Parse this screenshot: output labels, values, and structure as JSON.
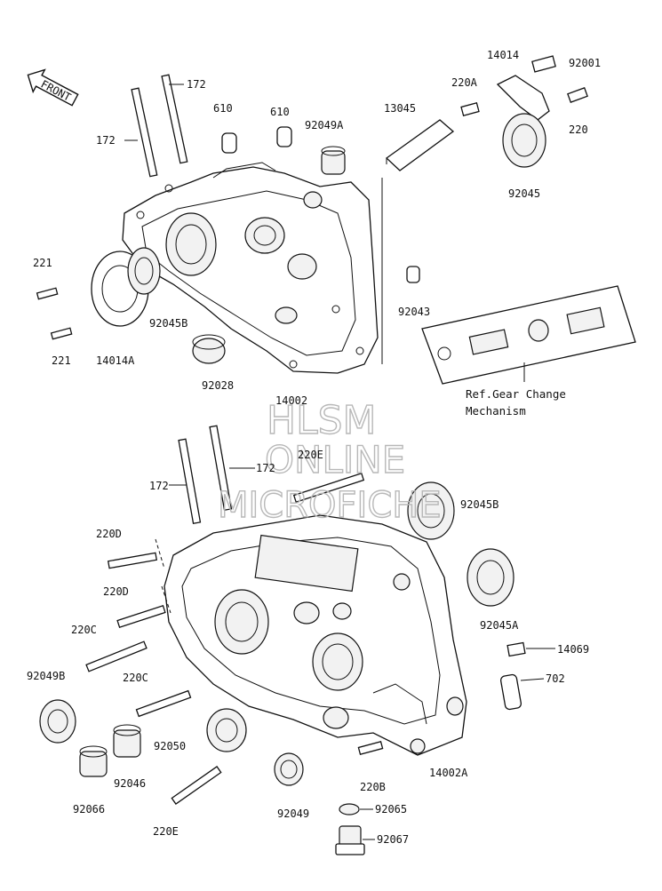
{
  "watermark": {
    "line1": "HLSM",
    "line2": "ONLINE",
    "line3": "MICROFICHE"
  },
  "front_badge": "FRONT",
  "ref_note": {
    "line1": "Ref.Gear Change",
    "line2": "Mechanism"
  },
  "labels": {
    "l_14014": "14014",
    "l_92001": "92001",
    "l_220A": "220A",
    "l_220_top": "220",
    "l_13045": "13045",
    "l_92049A": "92049A",
    "l_610a": "610",
    "l_610b": "610",
    "l_172_top1": "172",
    "l_172_top2": "172",
    "l_92045_top": "92045",
    "l_221a": "221",
    "l_221b": "221",
    "l_92045B_top": "92045B",
    "l_14014A": "14014A",
    "l_92043": "92043",
    "l_92028": "92028",
    "l_14002": "14002",
    "l_220E_top": "220E",
    "l_172_mid1": "172",
    "l_172_mid2": "172",
    "l_92045B_mid": "92045B",
    "l_220D_a": "220D",
    "l_220D_b": "220D",
    "l_220C_a": "220C",
    "l_220C_b": "220C",
    "l_92045A": "92045A",
    "l_14069": "14069",
    "l_702": "702",
    "l_92049B": "92049B",
    "l_92050": "92050",
    "l_92046": "92046",
    "l_14002A": "14002A",
    "l_220B": "220B",
    "l_92066": "92066",
    "l_92049": "92049",
    "l_92065": "92065",
    "l_220E_bot": "220E",
    "l_92067": "92067"
  }
}
